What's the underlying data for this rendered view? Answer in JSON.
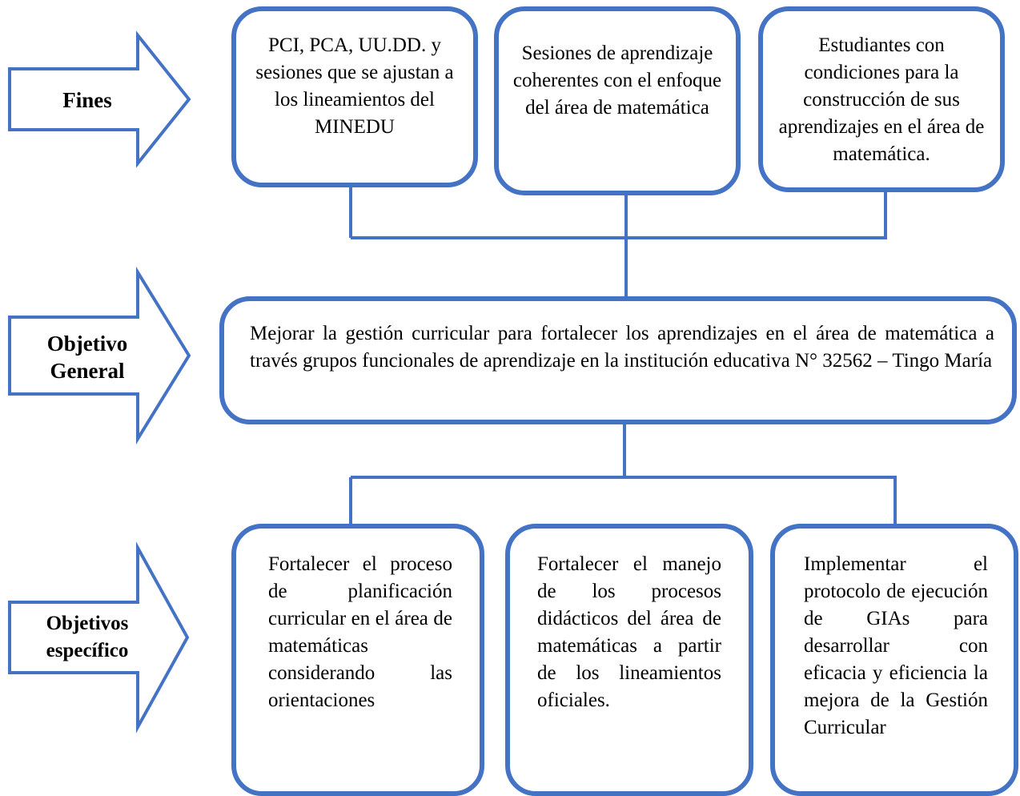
{
  "colors": {
    "stroke": "#4472c4",
    "background": "#ffffff",
    "text": "#000000"
  },
  "labels": {
    "fines": "Fines",
    "objetivo_general": "Objetivo General",
    "objetivos_especifico": "Objetivos específico"
  },
  "fines": [
    "PCI, PCA, UU.DD. y sesiones que se ajustan a los lineamientos del MINEDU",
    "Sesiones de aprendizaje coherentes con el enfoque del área de matemática",
    "Estudiantes con condiciones para la construcción de sus aprendizajes en el área de matemática."
  ],
  "objetivo_general": "Mejorar la gestión curricular para fortalecer los aprendizajes en el área de matemática a través grupos funcionales de aprendizaje en la institución educativa N° 32562 – Tingo María",
  "objetivos_especificos": [
    "Fortalecer el proceso de planificación curricular en el área de matemáticas considerando las orientaciones",
    "Fortalecer el manejo de los procesos didácticos del área de matemáticas a partir de los lineamientos oficiales.",
    "Implementar el protocolo de ejecución de GIAs para desarrollar con eficacia y eficiencia la mejora de la Gestión Curricular"
  ]
}
